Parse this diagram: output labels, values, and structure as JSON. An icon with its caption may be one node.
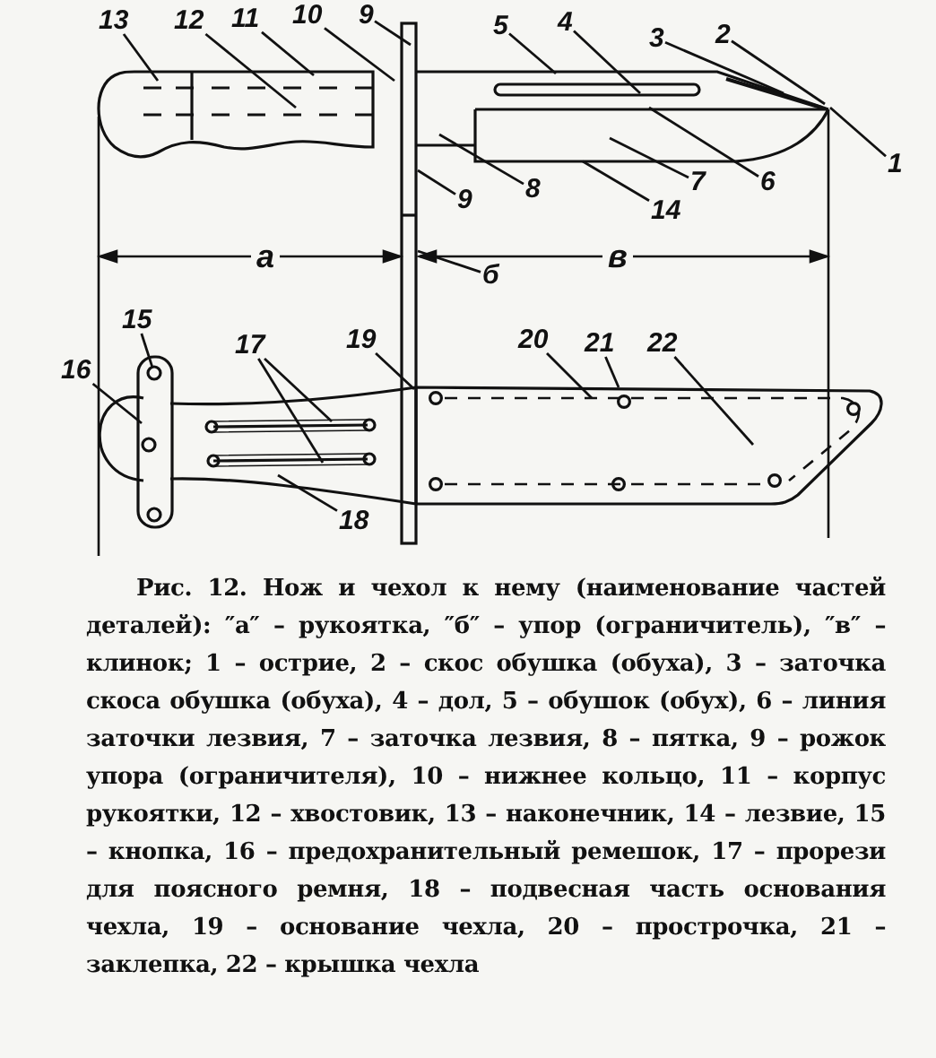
{
  "diagram": {
    "caption": "Рис. 12. Нож и чехол к нему (наименование частей деталей): ″а″ – рукоятка, ″б″ – упор (ограничитель), ″в″ – клинок; 1 – острие, 2 – скос обушка (обуха), 3 – заточка скоса обушка (обуха), 4 – дол, 5 – обушок (обух), 6 – линия заточки лезвия, 7 – заточка лезвия, 8 – пятка, 9 – рожок упора (ограничителя), 10 – нижнее кольцо, 11 – корпус рукоятки, 12 – хвостовик, 13 – наконечник, 14 – лезвие, 15 – кнопка, 16 – предохранительный ремешок, 17 – прорези для поясного ремня, 18 – подвесная часть основания чехла, 19 – основание чехла, 20 – прострочка, 21 – заклепка, 22 – крышка чехла",
    "nodes": [
      {
        "text": [
          "13"
        ]
      },
      {
        "text": [
          "12"
        ]
      },
      {
        "text": [
          "11"
        ]
      },
      {
        "text": [
          "10"
        ]
      },
      {
        "text": [
          "9"
        ]
      },
      {
        "text": [
          "5"
        ]
      },
      {
        "text": [
          "4"
        ]
      },
      {
        "text": [
          "3"
        ]
      },
      {
        "text": [
          "2"
        ]
      },
      {
        "text": [
          "1"
        ]
      },
      {
        "text": [
          "9"
        ]
      },
      {
        "text": [
          "8"
        ]
      },
      {
        "text": [
          "7"
        ]
      },
      {
        "text": [
          "6"
        ]
      },
      {
        "text": [
          "14"
        ]
      },
      {
        "text": [
          "б"
        ]
      },
      {
        "text": [
          "15"
        ]
      },
      {
        "text": [
          "16"
        ]
      },
      {
        "text": [
          "17"
        ]
      },
      {
        "text": [
          "19"
        ]
      },
      {
        "text": [
          "20"
        ]
      },
      {
        "text": [
          "21"
        ]
      },
      {
        "text": [
          "22"
        ]
      },
      {
        "text": [
          "18"
        ]
      },
      {
        "text": [],
        "shape": "circle"
      }
    ],
    "edges": [
      {
        "from": 0,
        "to": null,
        "arrow": "none"
      },
      {
        "from": 1,
        "to": null,
        "arrow": "none"
      },
      {
        "from": 2,
        "to": null,
        "arrow": "none"
      },
      {
        "from": 3,
        "to": null,
        "arrow": "none"
      },
      {
        "from": 4,
        "to": null,
        "arrow": "none"
      },
      {
        "from": 5,
        "to": null,
        "arrow": "none"
      },
      {
        "from": 6,
        "to": null,
        "arrow": "none"
      },
      {
        "from": 7,
        "to": null,
        "arrow": "none"
      },
      {
        "from": 8,
        "to": null,
        "arrow": "none"
      },
      {
        "from": 9,
        "to": null,
        "arrow": "none"
      },
      {
        "from": 10,
        "to": null,
        "arrow": "none"
      },
      {
        "from": 11,
        "to": null,
        "arrow": "none"
      },
      {
        "from": 12,
        "to": null,
        "arrow": "none"
      },
      {
        "from": 13,
        "to": null,
        "arrow": "none"
      },
      {
        "from": 14,
        "to": null,
        "arrow": "none"
      },
      {
        "from": 15,
        "to": null,
        "arrow": "none"
      },
      {
        "from": 16,
        "to": 24,
        "arrow": "none"
      },
      {
        "from": 17,
        "to": null,
        "arrow": "none"
      },
      {
        "from": 18,
        "to": null,
        "arrow": "none"
      },
      {
        "from": 18,
        "to": null,
        "arrow": "none"
      },
      {
        "from": 19,
        "to": null,
        "arrow": "none"
      },
      {
        "from": 20,
        "to": null,
        "arrow": "none"
      },
      {
        "from": 21,
        "to": null,
        "arrow": "none"
      },
      {
        "from": 22,
        "to": null,
        "arrow": "none"
      },
      {
        "from": 23,
        "to": null,
        "arrow": "none"
      }
    ],
    "labels": [
      "а",
      "в"
    ]
  }
}
